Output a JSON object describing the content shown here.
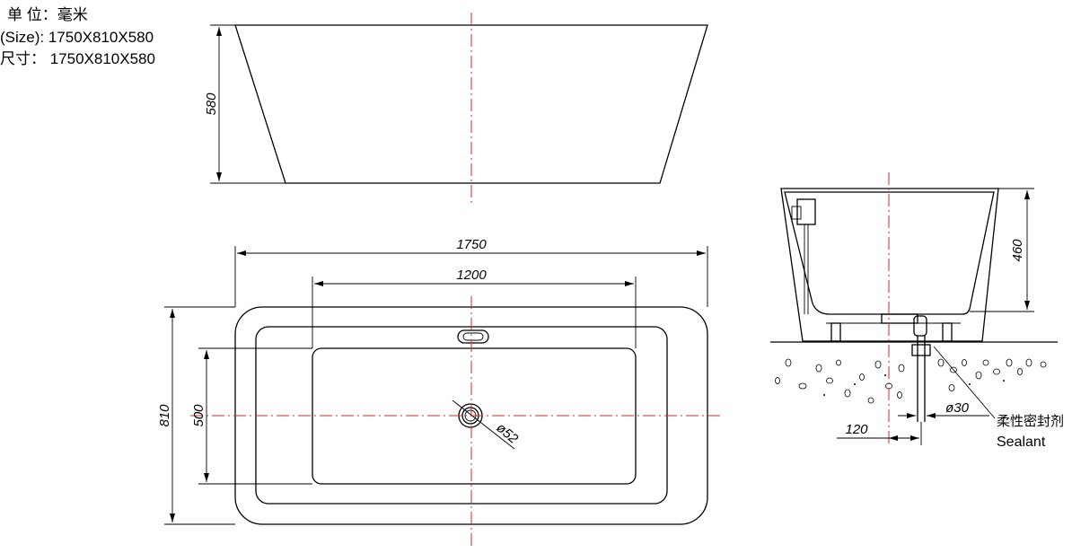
{
  "specs": {
    "unit": "单 位：毫米",
    "size_en": "(Size): 1750X810X580",
    "size_cn": "尺寸： 1750X810X580"
  },
  "dimensions": {
    "height": "580",
    "length": "1750",
    "inner_length": "1200",
    "width": "810",
    "inner_width": "500",
    "drain_diameter": "ø52",
    "side_height": "460",
    "pipe_diameter": "ø30",
    "pipe_offset": "120"
  },
  "labels": {
    "sealant_cn": "柔性密封剂",
    "sealant_en": "Sealant"
  },
  "colors": {
    "centerline": "#d6242b",
    "outline": "#000000"
  }
}
